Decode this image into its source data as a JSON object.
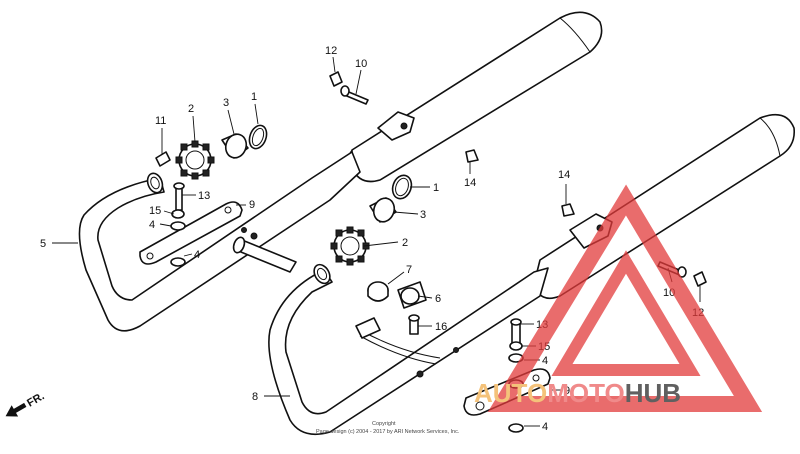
{
  "diagram": {
    "callouts": {
      "c1a": "1",
      "c2a": "2",
      "c3a": "3",
      "c11": "11",
      "c12a": "12",
      "c10a": "10",
      "c13a": "13",
      "c15a": "15",
      "c4a": "4",
      "c9a": "9",
      "c4b": "4",
      "c5": "5",
      "c14a": "14",
      "c1b": "1",
      "c3b": "3",
      "c2b": "2",
      "c7": "7",
      "c6": "6",
      "c16": "16",
      "c14b": "14",
      "c10b": "10",
      "c12b": "12",
      "c13b": "13",
      "c15b": "15",
      "c4c": "4",
      "c9b": "9",
      "c4d": "4",
      "c8": "8"
    },
    "front_marker": "FR.",
    "copyright_line1": "Copyright",
    "copyright_line2": "Page design (c) 2004 - 2017 by ARI Network Services, Inc."
  },
  "watermark": {
    "part1": "AUTO",
    "part2": "MOTO",
    "part3": "HUB",
    "colors": {
      "part1": "#f4c27a",
      "part2": "#f08a8a",
      "part3": "#606060",
      "triangle": "#e23b3b"
    }
  }
}
